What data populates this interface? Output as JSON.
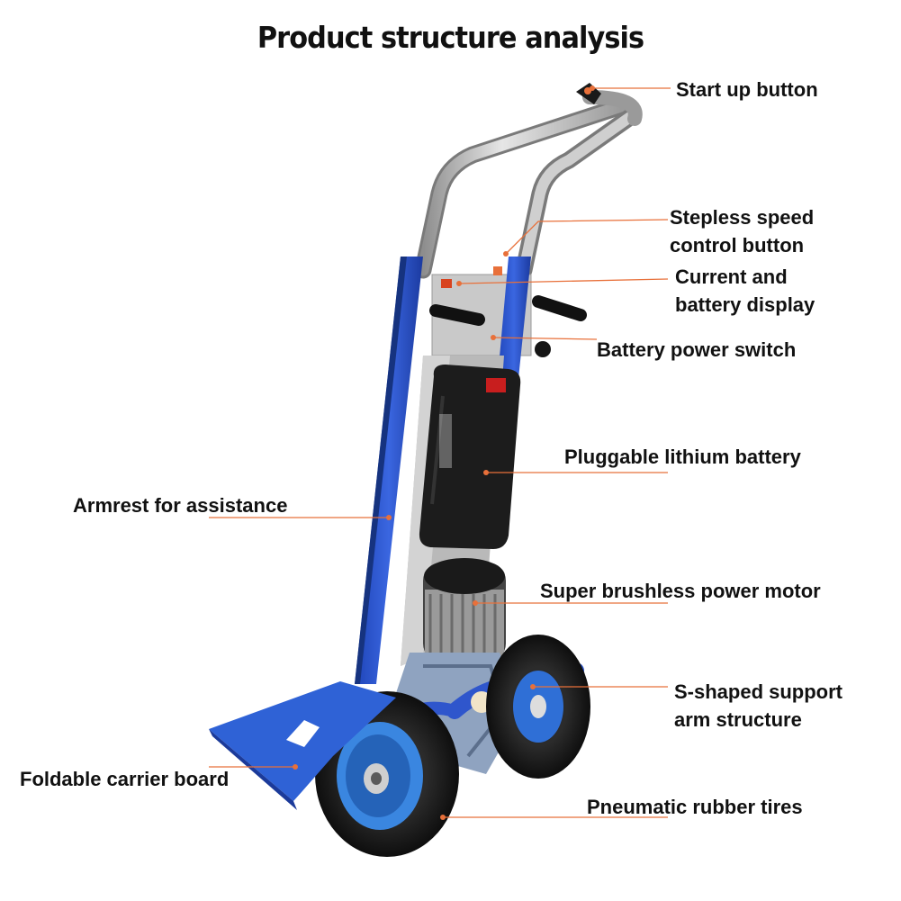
{
  "title": "Product structure analysis",
  "accent_color": "#e8703a",
  "labels": {
    "start_up_button": "Start up button",
    "stepless_speed_line1": "Stepless speed",
    "stepless_speed_line2": "control button",
    "current_display_line1": "Current and",
    "current_display_line2": "battery display",
    "battery_power_switch": "Battery power switch",
    "pluggable_battery": "Pluggable lithium battery",
    "armrest": "Armrest for assistance",
    "motor": "Super brushless power motor",
    "s_arm_line1": "S-shaped support",
    "s_arm_line2": "arm structure",
    "carrier_board": "Foldable carrier board",
    "tires": "Pneumatic rubber tires"
  }
}
